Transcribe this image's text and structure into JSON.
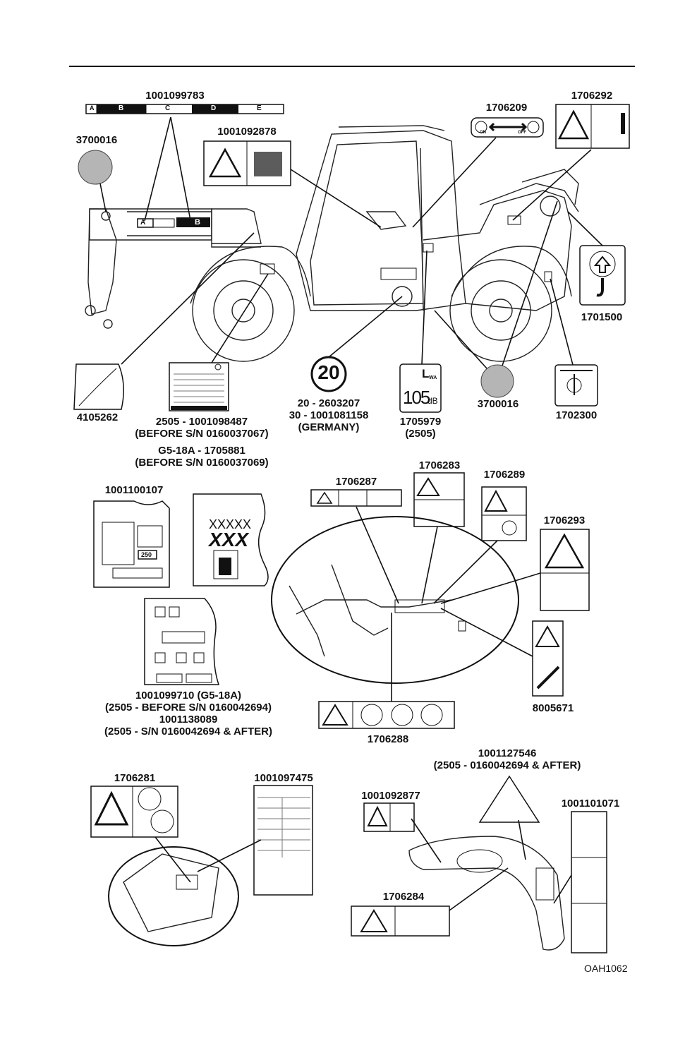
{
  "parts": {
    "p1001099783": "1001099783",
    "p3700016_top": "3700016",
    "p1001092878": "1001092878",
    "p1706209": "1706209",
    "p1706292": "1706292",
    "p1701500": "1701500",
    "p4105262": "4105262",
    "p2505_line1": "2505 - 1001098487",
    "p2505_line2": "(BEFORE S/N 0160037067)",
    "pG5_line1": "G5-18A - 1705881",
    "pG5_line2": "(BEFORE S/N 0160037069)",
    "p20_line1": "20 - 2603207",
    "p20_line2": "30 - 1001081158",
    "p20_line3": "(GERMANY)",
    "p1705979_line1": "1705979",
    "p1705979_line2": "(2505)",
    "p3700016_bottom": "3700016",
    "p1702300": "1702300",
    "p1001100107": "1001100107",
    "p1706287": "1706287",
    "p1706283": "1706283",
    "p1706289": "1706289",
    "p1706293": "1706293",
    "p8005671": "8005671",
    "p1706288": "1706288",
    "p1001099710_line1": "1001099710 (G5-18A)",
    "p1001099710_line2": "(2505 - BEFORE S/N 0160042694)",
    "p1001138089_line1": "1001138089",
    "p1001138089_line2": "(2505 - S/N 0160042694 & AFTER)",
    "p1706281": "1706281",
    "p1001097475": "1001097475",
    "p1001127546_line1": "1001127546",
    "p1001127546_line2": "(2505 - 0160042694 & AFTER)",
    "p1001092877": "1001092877",
    "p1001101071": "1001101071",
    "p1706284": "1706284"
  },
  "decal_text": {
    "boom_scale": [
      "A",
      "B",
      "C",
      "D",
      "E"
    ],
    "boom_a": "A",
    "boom_b": "B",
    "speed_number": "20",
    "noise_l": "L",
    "noise_wa": "WA",
    "noise_value": "105",
    "noise_unit": "dB",
    "parking_on": "ON",
    "parking_off": "OFF",
    "cab_xxxxx": "XXXXX",
    "cab_xxx": "XXX",
    "load_250": "250"
  },
  "figure_id": "OAH1062"
}
